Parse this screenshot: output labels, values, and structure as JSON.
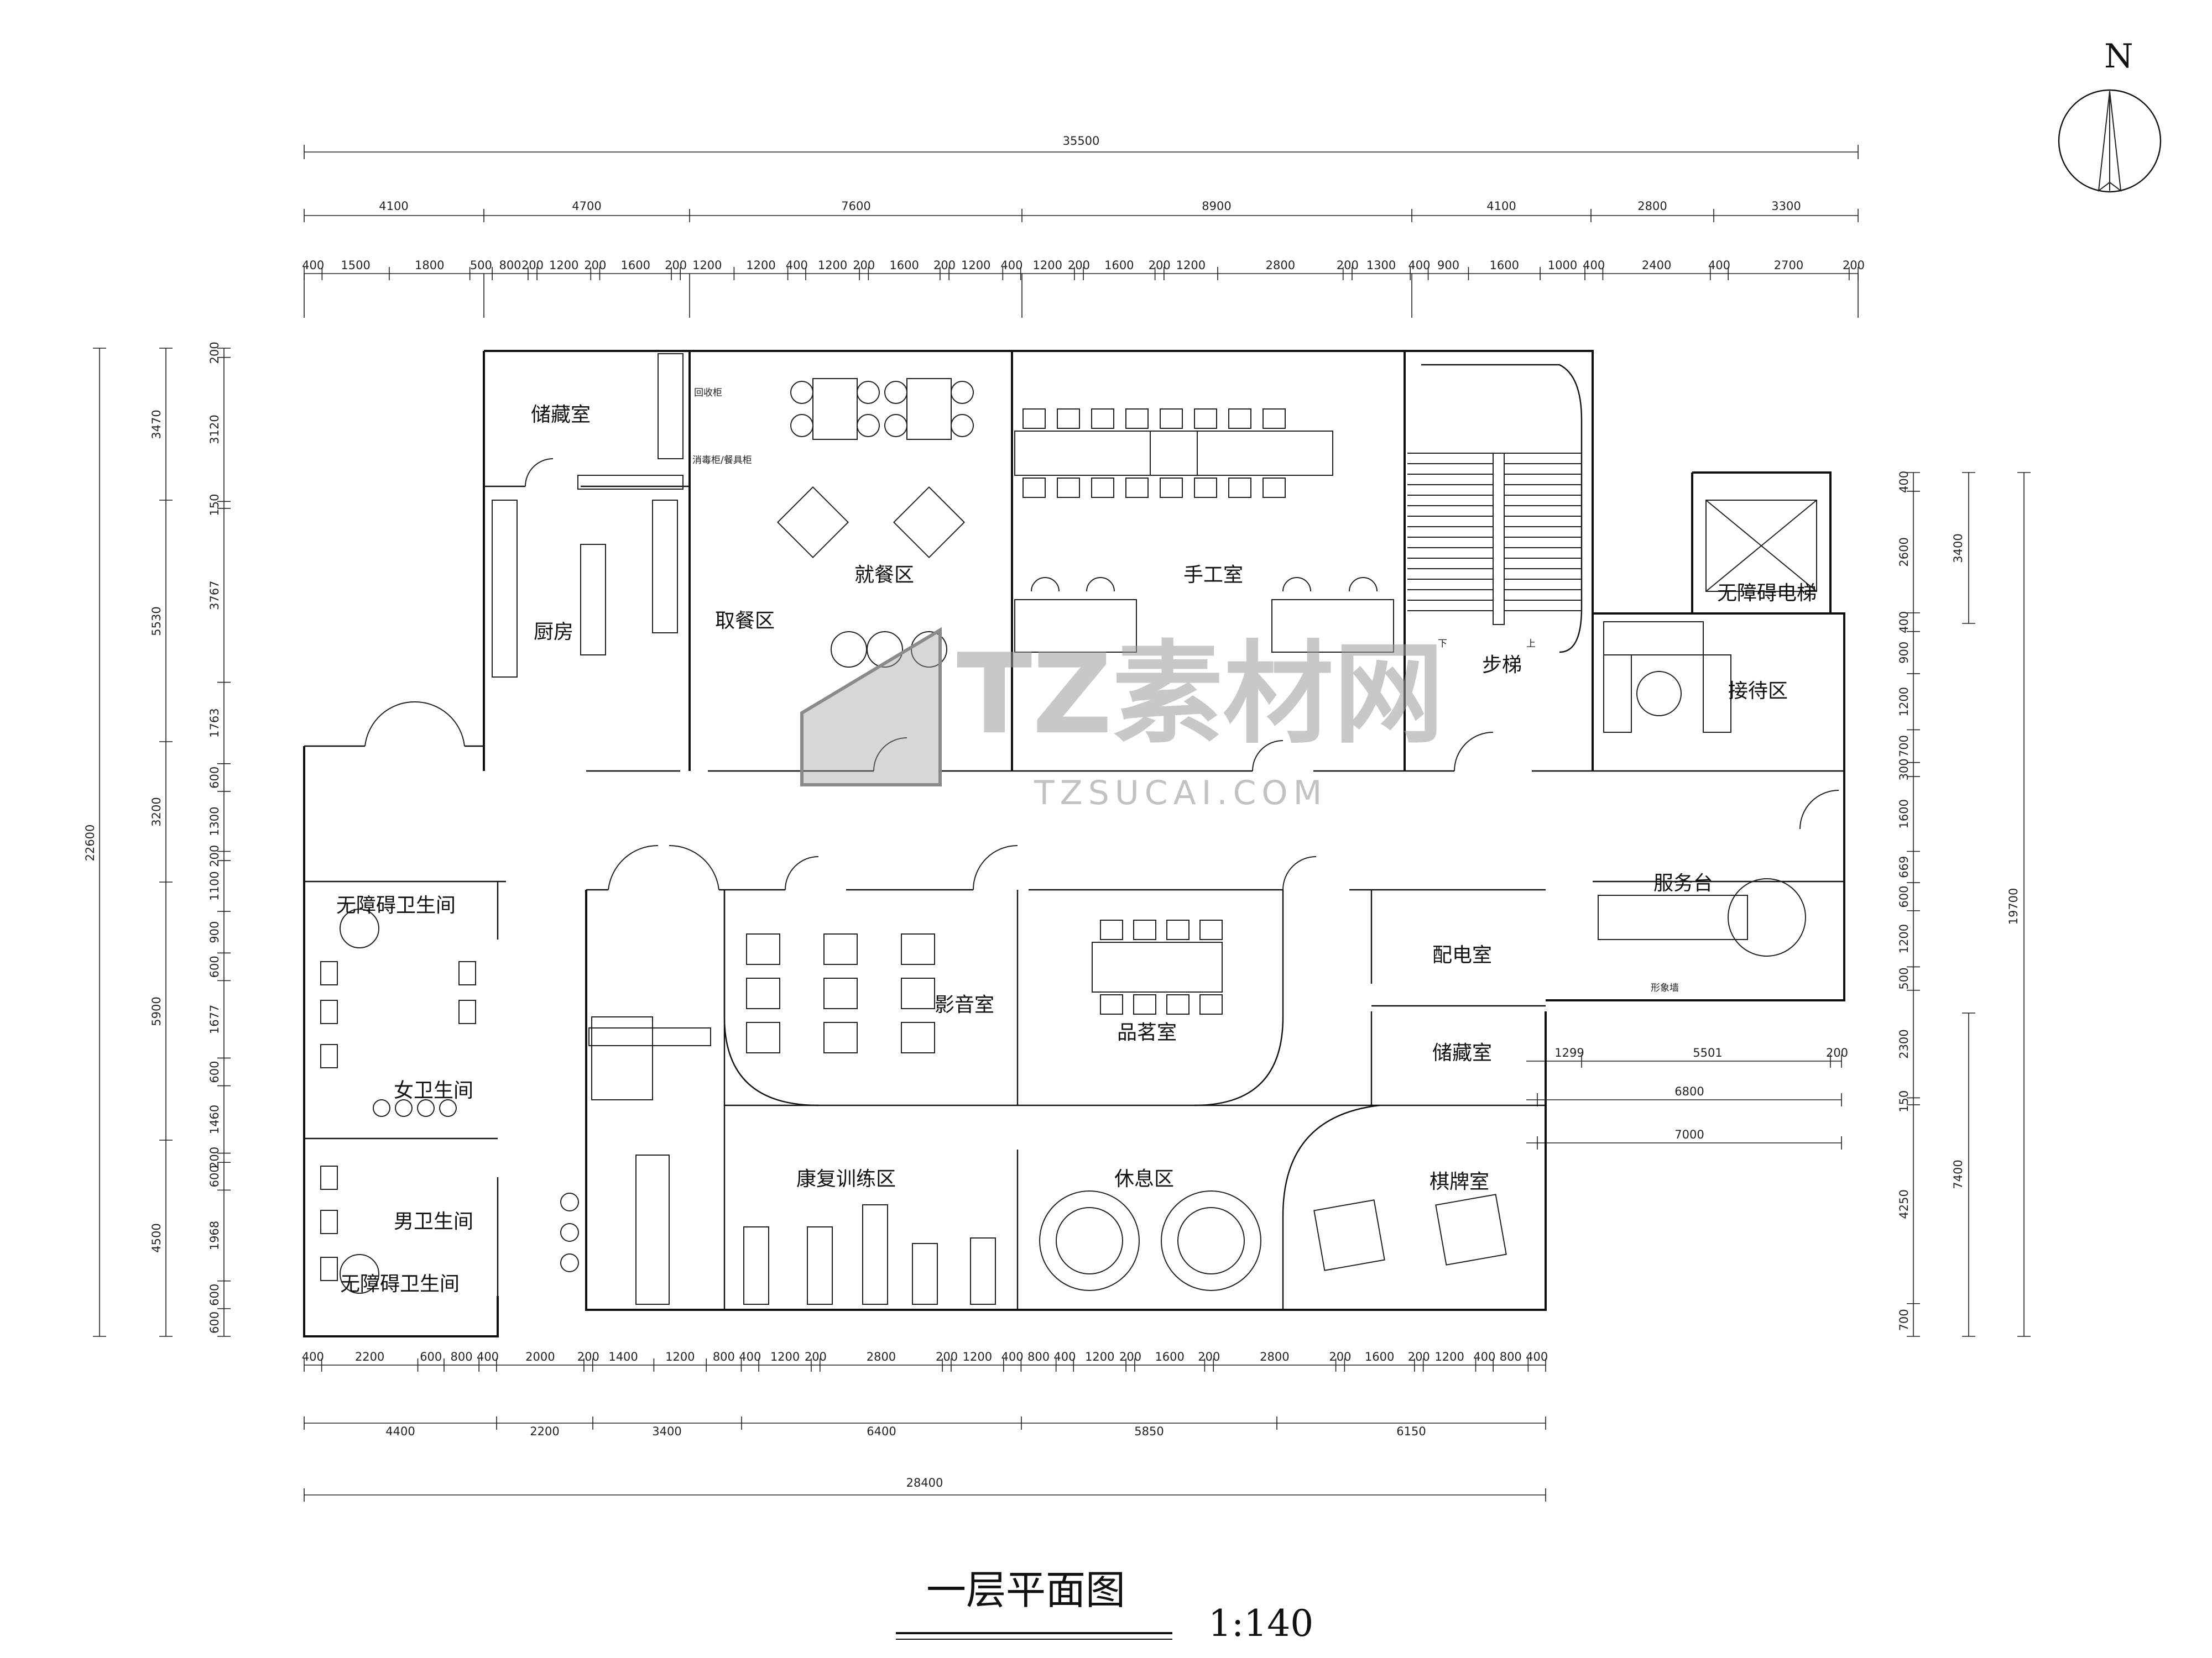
{
  "drawing": {
    "title": "一层平面图",
    "scale": "1:140",
    "north": "N"
  },
  "watermark": {
    "brand": "TZ素材网",
    "url": "TZSUCAI.COM"
  },
  "rooms": {
    "storage_top": "储藏室",
    "kitchen": "厨房",
    "serving": "取餐区",
    "dining": "就餐区",
    "handicraft": "手工室",
    "stairs": "步梯",
    "elevator": "无障碍电梯",
    "reception": "接待区",
    "service_desk": "服务台",
    "power_room": "配电室",
    "storage_mid": "储藏室",
    "chess": "棋牌室",
    "lounge": "休息区",
    "rehab": "康复训练区",
    "cinema": "影音室",
    "tea": "品茗室",
    "acc_wc_top": "无障碍卫生间",
    "women_wc": "女卫生间",
    "men_wc": "男卫生间",
    "acc_wc_bottom": "无障碍卫生间"
  },
  "fixture_labels": {
    "recycle": "回收柜",
    "cabinet": "消毒柜/餐具柜",
    "image_wall": "形象墙",
    "stair_down": "下",
    "stair_up": "上"
  },
  "dims": {
    "top_total": "35500",
    "top_mid": [
      "4100",
      "4700",
      "7600",
      "8900",
      "4100",
      "2800",
      "3300"
    ],
    "top_detail": [
      "400",
      "1500",
      "1800",
      "500",
      "800",
      "200",
      "1200",
      "200",
      "1600",
      "200",
      "1200",
      "1200",
      "400",
      "1200",
      "200",
      "1600",
      "200",
      "1200",
      "400",
      "1200",
      "200",
      "1600",
      "200",
      "1200",
      "2800",
      "200",
      "1300",
      "400",
      "900",
      "1600",
      "1000",
      "400",
      "2400",
      "400",
      "2700",
      "200"
    ],
    "left_total": "22600",
    "left_mid": [
      "3470",
      "5530",
      "3200",
      "5900",
      "4500"
    ],
    "left_detail": [
      "200",
      "3120",
      "150",
      "3767",
      "1763",
      "600",
      "1300",
      "200",
      "1100",
      "900",
      "600",
      "1677",
      "600",
      "1460",
      "200",
      "600",
      "1968",
      "600",
      "600"
    ],
    "right_total": "19700",
    "right_mid": [
      "3400",
      "7400"
    ],
    "right_detail": [
      "400",
      "2600",
      "400",
      "900",
      "1200",
      "700",
      "300",
      "1600",
      "669",
      "600",
      "1200",
      "500",
      "2300",
      "150",
      "4250",
      "700"
    ],
    "right_extra": [
      "1299",
      "5501",
      "200",
      "6800",
      "7000"
    ],
    "bottom_detail": [
      "400",
      "2200",
      "600",
      "800",
      "400",
      "2000",
      "200",
      "1400",
      "1200",
      "800",
      "400",
      "1200",
      "200",
      "2800",
      "200",
      "1200",
      "400",
      "800",
      "400",
      "1200",
      "200",
      "1600",
      "200",
      "2800",
      "200",
      "1600",
      "200",
      "1200",
      "400",
      "800",
      "400"
    ],
    "bottom_mid": [
      "4400",
      "2200",
      "3400",
      "6400",
      "5850",
      "6150"
    ],
    "bottom_total": "28400"
  }
}
